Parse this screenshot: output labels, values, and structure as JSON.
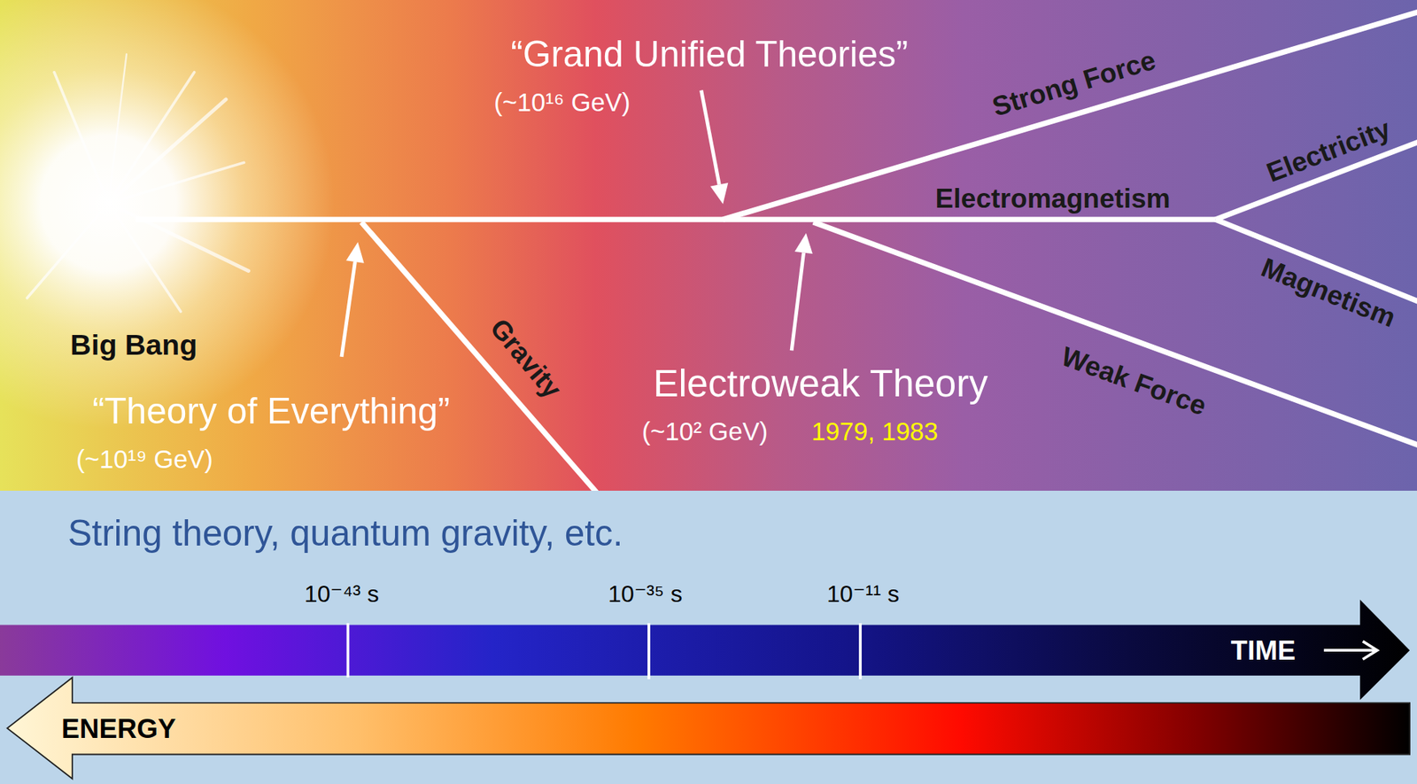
{
  "diagram": {
    "nodes": [
      {
        "text": [
          "String theory, quantum gravity, etc."
        ]
      },
      {
        "text": [
          "TIME"
        ],
        "in": 0
      },
      {
        "text": [
          "ENERGY"
        ],
        "in": 0
      }
    ],
    "labels": [
      "Big Bang",
      "“Theory of Everything”",
      "(~10¹⁹ GeV)",
      "“Grand Unified Theories”",
      "(~10¹⁶ GeV)",
      "Electroweak Theory",
      "(~10² GeV)",
      "1979, 1983",
      "Gravity",
      "Strong Force",
      "Electromagnetism",
      "Electricity",
      "Magnetism",
      "Weak Force",
      "10⁻⁴³ s",
      "10⁻³⁵ s",
      "10⁻¹¹ s"
    ]
  }
}
